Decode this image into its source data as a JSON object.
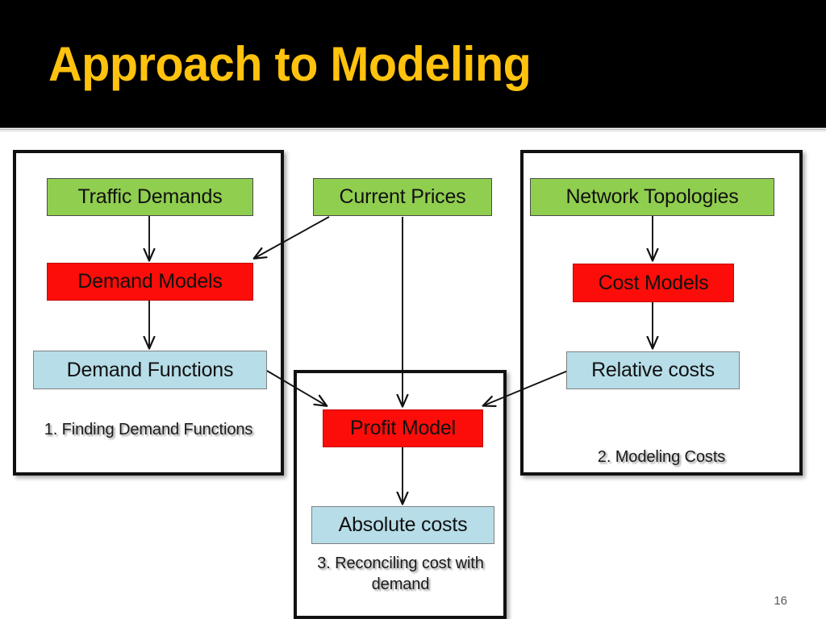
{
  "slide": {
    "title": "Approach to Modeling",
    "page_number": "16",
    "title_color": "#ffc20e",
    "banner_color": "#000000",
    "background_color": "#ffffff"
  },
  "palette": {
    "input_green": "#90ce4f",
    "model_red": "#fc0d09",
    "output_blue": "#b7dde8",
    "frame_black": "#111111"
  },
  "diagram": {
    "groups": [
      {
        "id": "group-1",
        "caption": "1. Finding Demand Functions"
      },
      {
        "id": "group-2",
        "caption": "2. Modeling Costs"
      },
      {
        "id": "group-3",
        "caption": "3. Reconciling cost with demand"
      }
    ],
    "nodes": [
      {
        "id": "traffic-demands",
        "label": "Traffic Demands",
        "kind": "green"
      },
      {
        "id": "demand-models",
        "label": "Demand Models",
        "kind": "red"
      },
      {
        "id": "demand-functions",
        "label": "Demand Functions",
        "kind": "blue"
      },
      {
        "id": "current-prices",
        "label": "Current Prices",
        "kind": "green"
      },
      {
        "id": "network-topologies",
        "label": "Network Topologies",
        "kind": "green"
      },
      {
        "id": "cost-models",
        "label": "Cost Models",
        "kind": "red"
      },
      {
        "id": "relative-costs",
        "label": "Relative costs",
        "kind": "blue"
      },
      {
        "id": "profit-model",
        "label": "Profit Model",
        "kind": "red"
      },
      {
        "id": "absolute-costs",
        "label": "Absolute costs",
        "kind": "blue"
      }
    ],
    "edges": [
      {
        "from": "traffic-demands",
        "to": "demand-models"
      },
      {
        "from": "demand-models",
        "to": "demand-functions"
      },
      {
        "from": "current-prices",
        "to": "demand-models"
      },
      {
        "from": "current-prices",
        "to": "profit-model"
      },
      {
        "from": "demand-functions",
        "to": "profit-model"
      },
      {
        "from": "network-topologies",
        "to": "cost-models"
      },
      {
        "from": "cost-models",
        "to": "relative-costs"
      },
      {
        "from": "relative-costs",
        "to": "profit-model"
      },
      {
        "from": "profit-model",
        "to": "absolute-costs"
      }
    ]
  }
}
